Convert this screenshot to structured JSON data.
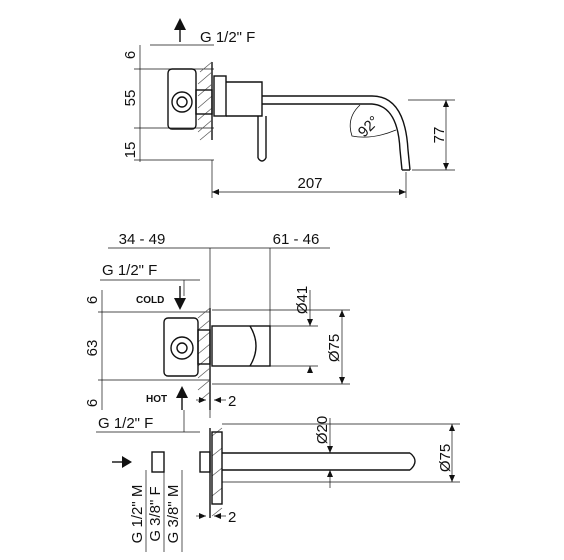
{
  "top_view": {
    "thread_top": "G 1/2\" F",
    "dim_6": "6",
    "dim_55": "55",
    "dim_15": "15",
    "angle": "92°",
    "dim_77": "77",
    "dim_207": "207"
  },
  "bottom_view": {
    "dim_34_49": "34 - 49",
    "dim_61_46": "61 - 46",
    "thread_cold": "G 1/2\" F",
    "dim_6a": "6",
    "cold_label": "COLD",
    "dia_41": "Ø41",
    "dim_63": "63",
    "dia_75a": "Ø75",
    "dim_6b": "6",
    "hot_label": "HOT",
    "dim_2a": "2",
    "thread_hot": "G 1/2\" F",
    "dia_20": "Ø20",
    "dia_75b": "Ø75",
    "dim_2b": "2",
    "fit_1": "G 1/2\" M",
    "fit_2": "G 3/8\" F",
    "fit_3": "G 3/8\" M"
  }
}
